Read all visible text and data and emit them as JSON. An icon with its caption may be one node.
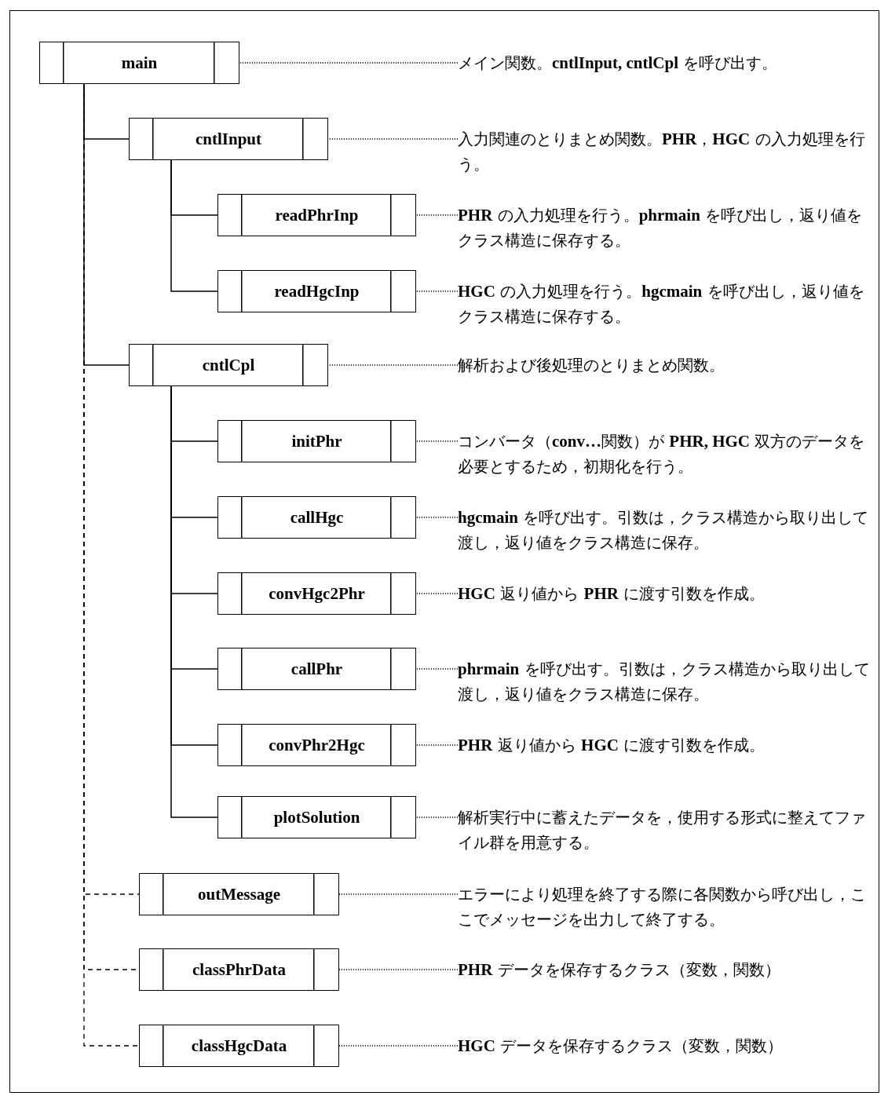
{
  "diagram": {
    "nodes": [
      {
        "text": [
          "main"
        ]
      },
      {
        "text": [
          "メイン関数。**cntlInput, cntlCpl** を呼び出す。"
        ]
      },
      {
        "text": [
          "cntlInput"
        ]
      },
      {
        "text": [
          "入力関連のとりまとめ関数。**PHR**，**HGC** の入力処理を行う。"
        ]
      },
      {
        "text": [
          "readPhrInp"
        ]
      },
      {
        "text": [
          "**PHR** の入力処理を行う。**phrmain** を呼び出し，返り値をクラス構造に保存する。"
        ]
      },
      {
        "text": [
          "readHgcInp"
        ]
      },
      {
        "text": [
          "**HGC** の入力処理を行う。**hgcmain** を呼び出し，返り値をクラス構造に保存する。"
        ]
      },
      {
        "text": [
          "cntlCpl"
        ]
      },
      {
        "text": [
          "解析および後処理のとりまとめ関数。"
        ]
      },
      {
        "text": [
          "initPhr"
        ]
      },
      {
        "text": [
          "コンバータ（**conv…**関数）が **PHR, HGC** 双方のデータを必要とするため，初期化を行う。"
        ]
      },
      {
        "text": [
          "callHgc"
        ]
      },
      {
        "text": [
          "**hgcmain** を呼び出す。引数は，クラス構造から取り出して渡し，返り値をクラス構造に保存。"
        ]
      },
      {
        "text": [
          "convHgc2Phr"
        ]
      },
      {
        "text": [
          "**HGC** 返り値から **PHR** に渡す引数を作成。"
        ]
      },
      {
        "text": [
          "callPhr"
        ]
      },
      {
        "text": [
          "**phrmain** を呼び出す。引数は，クラス構造から取り出して渡し，返り値をクラス構造に保存。"
        ]
      },
      {
        "text": [
          "convPhr2Hgc"
        ]
      },
      {
        "text": [
          "**PHR** 返り値から **HGC** に渡す引数を作成。"
        ]
      },
      {
        "text": [
          "plotSolution"
        ]
      },
      {
        "text": [
          "解析実行中に蓄えたデータを，使用する形式に整えてファイル群を用意する。"
        ]
      },
      {
        "text": [
          "outMessage"
        ]
      },
      {
        "text": [
          "エラーにより処理を終了する際に各関数から呼び出し，ここでメッセージを出力して終了する。"
        ]
      },
      {
        "text": [
          "classPhrData"
        ]
      },
      {
        "text": [
          "**PHR** データを保存するクラス（変数，関数）"
        ]
      },
      {
        "text": [
          "classHgcData"
        ]
      },
      {
        "text": [
          "**HGC** データを保存するクラス（変数，関数）"
        ]
      }
    ],
    "edges": [
      {
        "from": 0,
        "to": 2,
        "arrow": "none"
      },
      {
        "from": 0,
        "to": 8,
        "arrow": "none"
      },
      {
        "from": 2,
        "to": 4,
        "arrow": "none"
      },
      {
        "from": 2,
        "to": 6,
        "arrow": "none"
      },
      {
        "from": 8,
        "to": 10,
        "arrow": "none"
      },
      {
        "from": 8,
        "to": 12,
        "arrow": "none"
      },
      {
        "from": 8,
        "to": 14,
        "arrow": "none"
      },
      {
        "from": 8,
        "to": 16,
        "arrow": "none"
      },
      {
        "from": 8,
        "to": 18,
        "arrow": "none"
      },
      {
        "from": 8,
        "to": 20,
        "arrow": "none"
      },
      {
        "from": 0,
        "to": 22,
        "arrow": "none",
        "style": "dashed"
      },
      {
        "from": 0,
        "to": 24,
        "arrow": "none",
        "style": "dashed"
      },
      {
        "from": 0,
        "to": 26,
        "arrow": "none",
        "style": "dashed"
      },
      {
        "from": 1,
        "to": 0,
        "arrow": "none",
        "style": "dashed"
      },
      {
        "from": 3,
        "to": 2,
        "arrow": "none",
        "style": "dashed"
      },
      {
        "from": 5,
        "to": 4,
        "arrow": "none",
        "style": "dashed"
      },
      {
        "from": 7,
        "to": 6,
        "arrow": "none",
        "style": "dashed"
      },
      {
        "from": 9,
        "to": 8,
        "arrow": "none",
        "style": "dashed"
      },
      {
        "from": 11,
        "to": 10,
        "arrow": "none",
        "style": "dashed"
      },
      {
        "from": 13,
        "to": 12,
        "arrow": "none",
        "style": "dashed"
      },
      {
        "from": 15,
        "to": 14,
        "arrow": "none",
        "style": "dashed"
      },
      {
        "from": 17,
        "to": 16,
        "arrow": "none",
        "style": "dashed"
      },
      {
        "from": 19,
        "to": 18,
        "arrow": "none",
        "style": "dashed"
      },
      {
        "from": 21,
        "to": 20,
        "arrow": "none",
        "style": "dashed"
      },
      {
        "from": 23,
        "to": 22,
        "arrow": "none",
        "style": "dashed"
      },
      {
        "from": 25,
        "to": 24,
        "arrow": "none",
        "style": "dashed"
      },
      {
        "from": 27,
        "to": 26,
        "arrow": "none",
        "style": "dashed"
      }
    ]
  }
}
